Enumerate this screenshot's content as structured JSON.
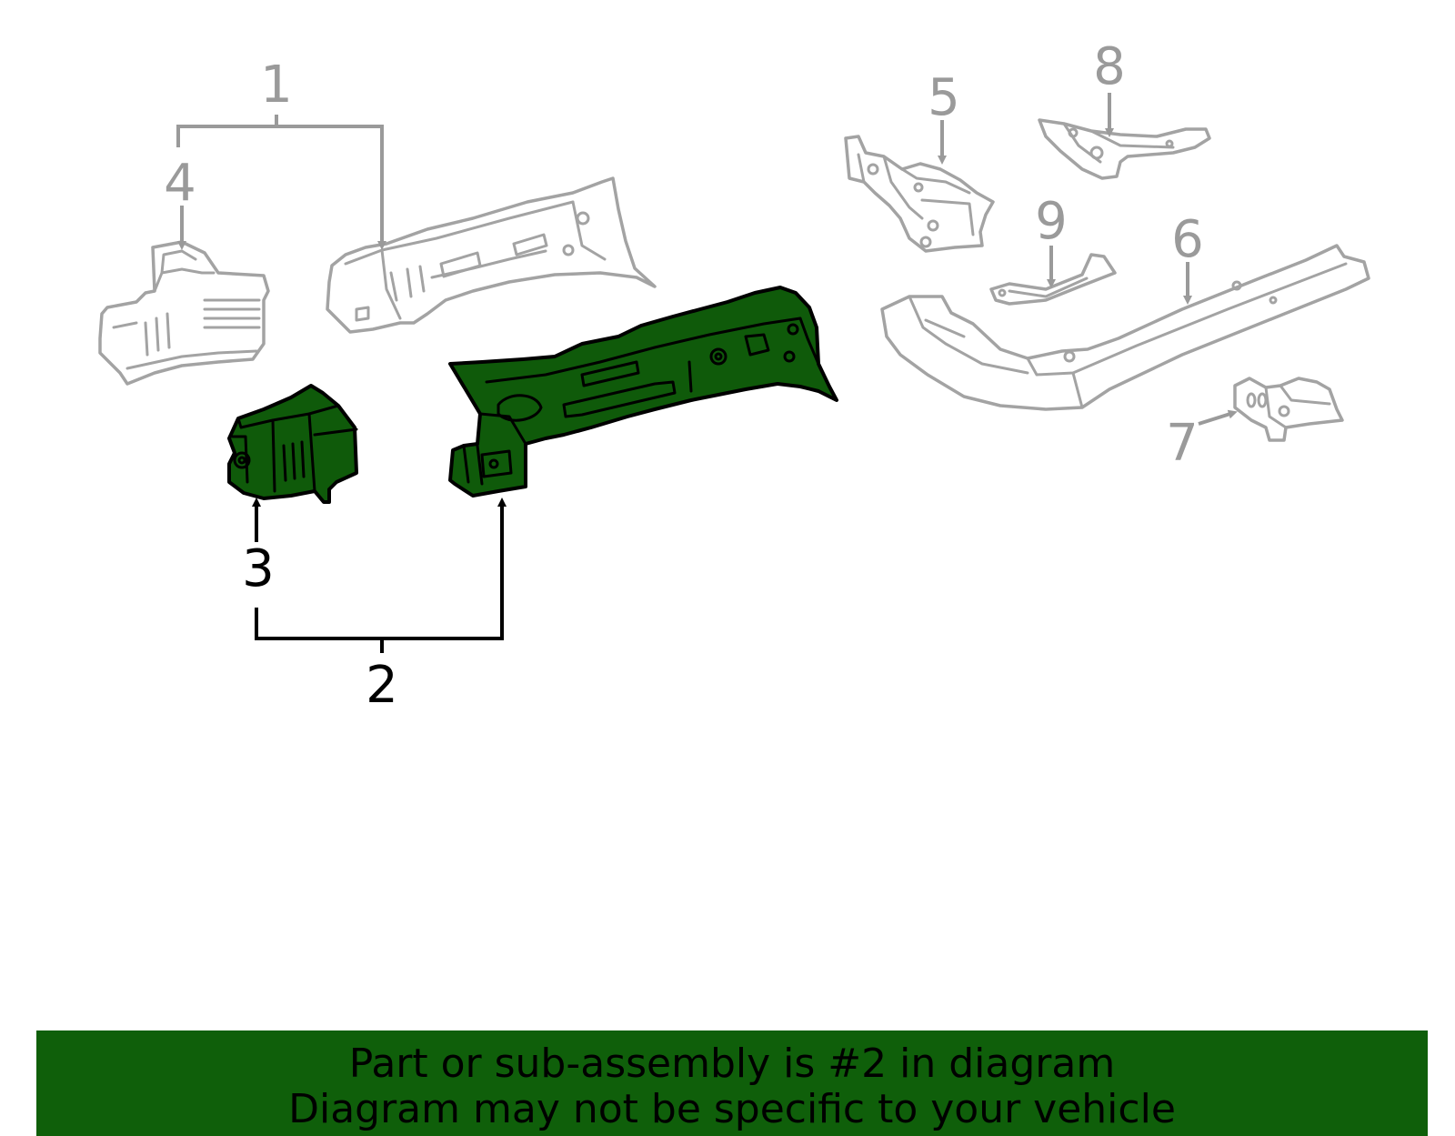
{
  "callouts": {
    "c1": "1",
    "c2": "2",
    "c3": "3",
    "c4": "4",
    "c5": "5",
    "c6": "6",
    "c7": "7",
    "c8": "8",
    "c9": "9"
  },
  "highlighted_part": "2",
  "colors": {
    "highlight_fill": "#0f5a0a",
    "banner_background": "#0f5f0a",
    "inactive_part_stroke": "#a3a3a3",
    "inactive_callout": "#9a9a9a"
  },
  "banner": {
    "line1": "Part or sub-assembly is #2 in diagram",
    "line2": "Diagram may not be specific to your vehicle"
  }
}
